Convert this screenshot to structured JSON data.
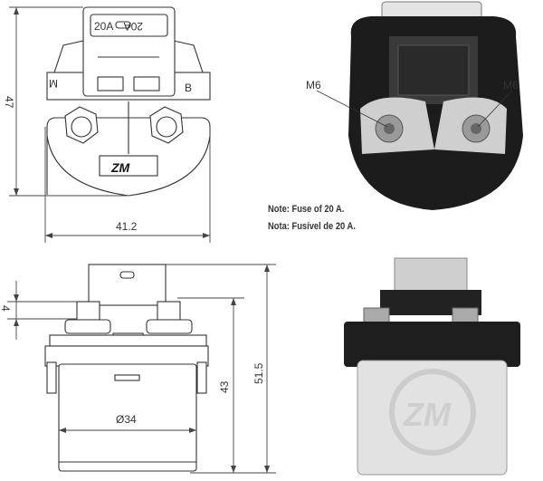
{
  "top_view": {
    "fuse_label_left": "20A",
    "fuse_label_right": "20A",
    "terminal_left": "M",
    "terminal_right": "B",
    "logo": "ZM",
    "dim_height": "47",
    "dim_width": "41.2"
  },
  "photo_top": {
    "label_left": "M6",
    "label_right": "M6"
  },
  "notes": {
    "en": "Note: Fuse of 20 A.",
    "pt": "Nota: Fusível de 20 A."
  },
  "side_view": {
    "dim_stud": "4",
    "dim_body_height": "43",
    "dim_total_height": "51.5",
    "dim_diameter": "Ø34"
  },
  "photo_side": {
    "watermark": "ZM"
  }
}
